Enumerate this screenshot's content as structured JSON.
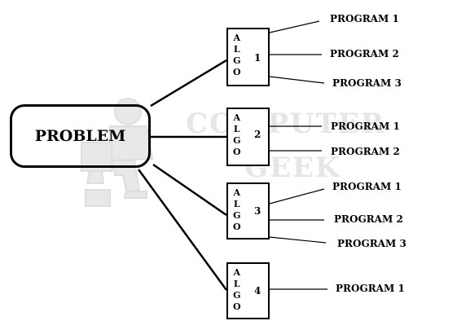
{
  "watermark": {
    "line1": "COMPUTER",
    "line2": "GEEK",
    "figure_icon": "person-at-computer-icon"
  },
  "problem": {
    "label": "PROBLEM"
  },
  "algorithms": [
    {
      "letters": [
        "A",
        "L",
        "G",
        "O"
      ],
      "number": "1",
      "programs": [
        "PROGRAM 1",
        "PROGRAM 2",
        "PROGRAM 3"
      ]
    },
    {
      "letters": [
        "A",
        "L",
        "G",
        "O"
      ],
      "number": "2",
      "programs": [
        "PROGRAM 1",
        "PROGRAM 2"
      ]
    },
    {
      "letters": [
        "A",
        "L",
        "G",
        "O"
      ],
      "number": "3",
      "programs": [
        "PROGRAM 1",
        "PROGRAM 2",
        "PROGRAM 3"
      ]
    },
    {
      "letters": [
        "A",
        "L",
        "G",
        "O"
      ],
      "number": "4",
      "programs": [
        "PROGRAM 1"
      ]
    }
  ],
  "colors": {
    "line": "#000000",
    "watermark": "#e6e6e6"
  }
}
